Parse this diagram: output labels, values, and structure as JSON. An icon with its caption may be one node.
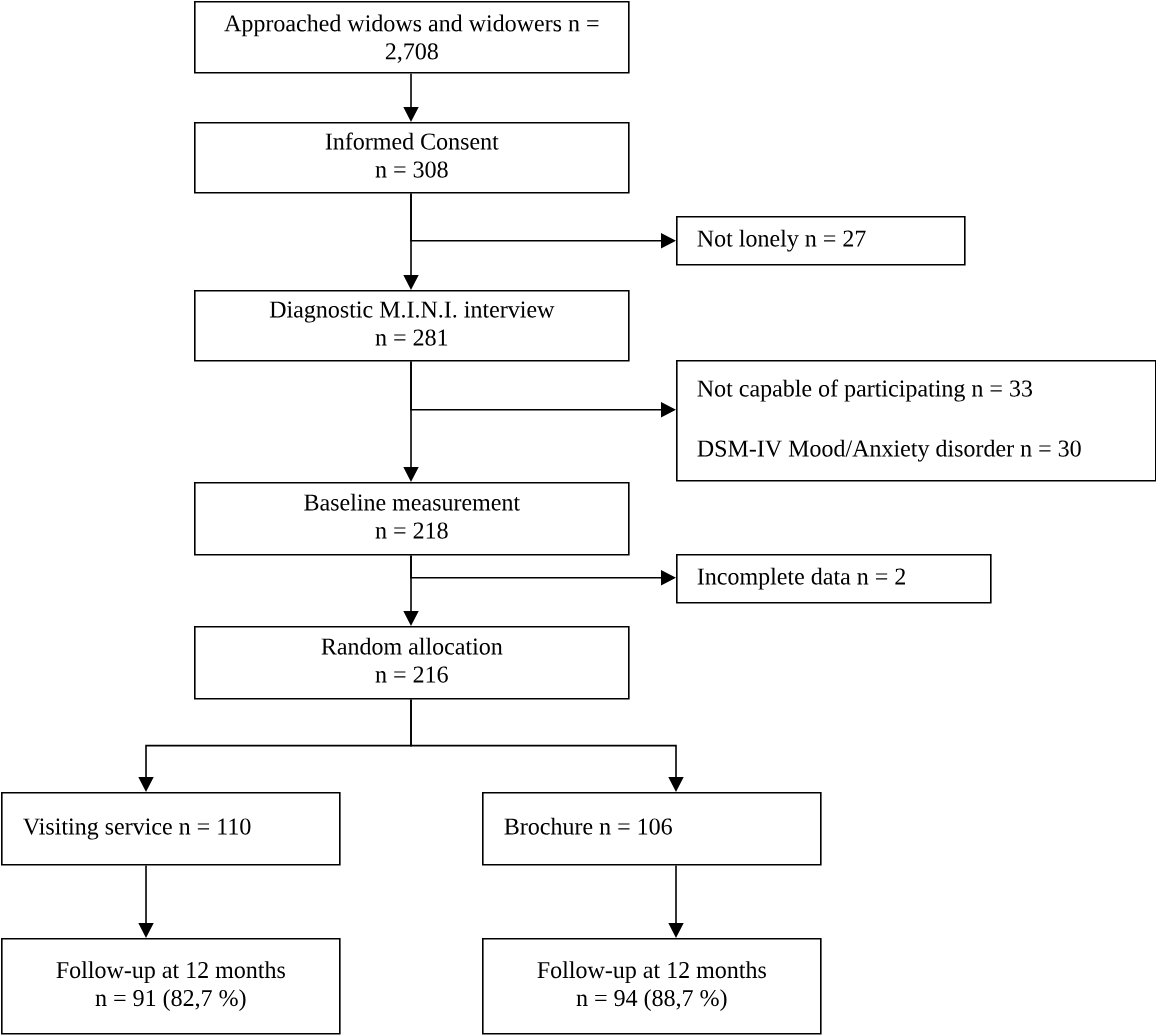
{
  "diagram": {
    "nodes": [
      {
        "text": [
          "Approached widows and widowers n = 2,708"
        ]
      },
      {
        "text": [
          "Informed Consent",
          "n = 308"
        ]
      },
      {
        "text": [
          "Not lonely n = 27"
        ]
      },
      {
        "text": [
          "Diagnostic M.I.N.I. interview",
          "n = 281"
        ]
      },
      {
        "text": [
          "Not capable of participating n = 33",
          "DSM-IV Mood/Anxiety disorder n = 30"
        ]
      },
      {
        "text": [
          "Baseline measurement",
          "n = 218"
        ]
      },
      {
        "text": [
          "Incomplete data n = 2"
        ]
      },
      {
        "text": [
          "Random allocation",
          "n = 216"
        ]
      },
      {
        "text": [
          "Visiting service n = 110"
        ]
      },
      {
        "text": [
          "Brochure n = 106"
        ]
      },
      {
        "text": [
          "Follow-up at 12 months",
          "n = 91 (82,7 %)"
        ]
      },
      {
        "text": [
          "Follow-up at 12 months",
          "n = 94 (88,7 %)"
        ]
      }
    ],
    "edges": [
      {
        "from": 0,
        "to": 1,
        "arrow": "to"
      },
      {
        "from": 1,
        "to": 2,
        "arrow": "to"
      },
      {
        "from": 1,
        "to": 3,
        "arrow": "to"
      },
      {
        "from": 3,
        "to": 4,
        "arrow": "to"
      },
      {
        "from": 3,
        "to": 5,
        "arrow": "to"
      },
      {
        "from": 5,
        "to": 6,
        "arrow": "to"
      },
      {
        "from": 5,
        "to": 7,
        "arrow": "to"
      },
      {
        "from": 7,
        "to": 8,
        "arrow": "to"
      },
      {
        "from": 7,
        "to": 9,
        "arrow": "to"
      },
      {
        "from": 8,
        "to": 10,
        "arrow": "to"
      },
      {
        "from": 9,
        "to": 11,
        "arrow": "to"
      }
    ]
  }
}
